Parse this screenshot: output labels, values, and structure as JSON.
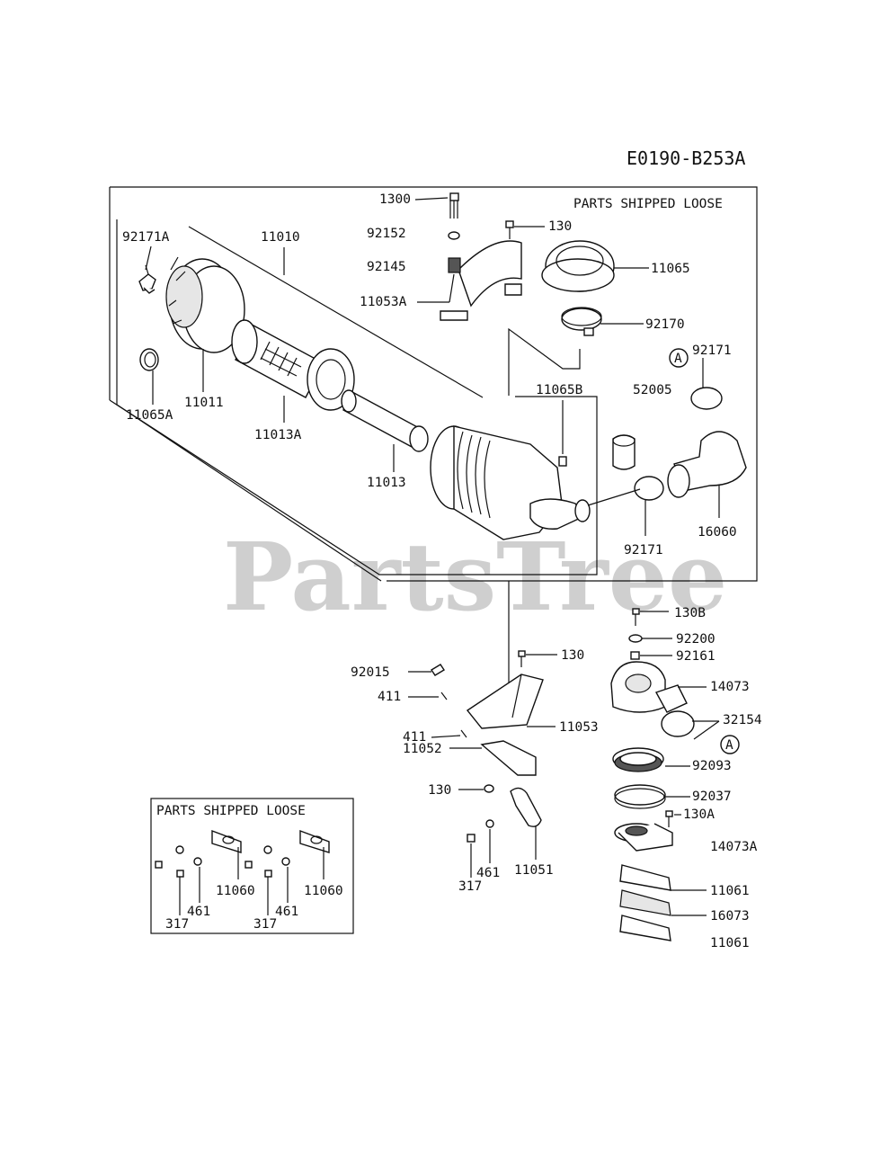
{
  "diagram_code": "E0190-B253A",
  "watermark": "PartsTree",
  "boxes": {
    "main_loose_title": "PARTS SHIPPED LOOSE",
    "small_loose_title": "PARTS SHIPPED LOOSE"
  },
  "callouts": {
    "a1": "A",
    "a2": "A"
  },
  "labels": {
    "l1300": "1300",
    "l130_top": "130",
    "l92152": "92152",
    "l92145": "92145",
    "l11053A": "11053A",
    "l11065": "11065",
    "l92170": "92170",
    "l92171A": "92171A",
    "l11010": "11010",
    "l11065A": "11065A",
    "l11011": "11011",
    "l11013A": "11013A",
    "l11013": "11013",
    "l11065B": "11065B",
    "l52005": "52005",
    "l92171_top": "92171",
    "l92171_bot": "92171",
    "l16060": "16060",
    "l130B": "130B",
    "l92200": "92200",
    "l92161": "92161",
    "l14073": "14073",
    "l32154": "32154",
    "l92093": "92093",
    "l92037": "92037",
    "l130A": "130A",
    "l14073A": "14073A",
    "l11061_a": "11061",
    "l16073": "16073",
    "l11061_b": "11061",
    "l92015": "92015",
    "l411_a": "411",
    "l411_b": "411",
    "l130_mid": "130",
    "l11053": "11053",
    "l11052": "11052",
    "l130_low": "130",
    "l461_br": "461",
    "l317_br": "317",
    "l11051": "11051",
    "l11060_a": "11060",
    "l11060_b": "11060",
    "l461_a": "461",
    "l461_b": "461",
    "l317_a": "317",
    "l317_b": "317"
  }
}
